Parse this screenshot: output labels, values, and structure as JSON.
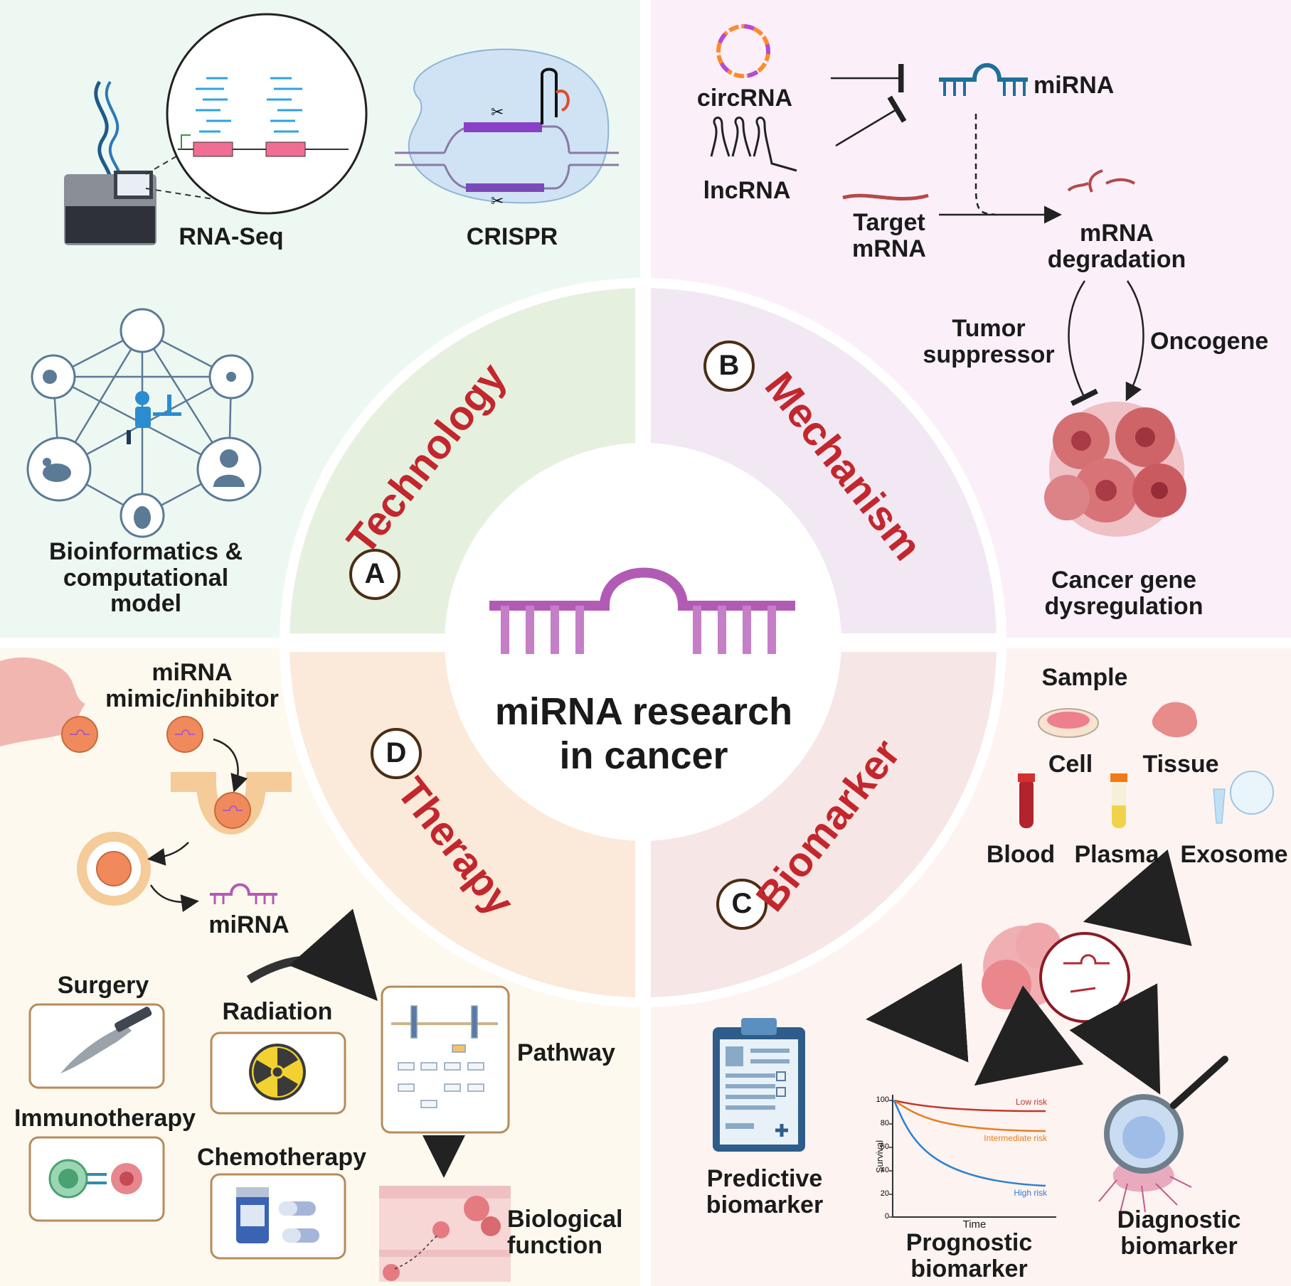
{
  "center": {
    "title_line1": "miRNA research",
    "title_line2": "in cancer"
  },
  "sections": {
    "a": {
      "letter": "A",
      "title": "Technology"
    },
    "b": {
      "letter": "B",
      "title": "Mechanism"
    },
    "c": {
      "letter": "C",
      "title": "Biomarker"
    },
    "d": {
      "letter": "D",
      "title": "Therapy"
    }
  },
  "technology": {
    "rnaseq": "RNA-Seq",
    "crispr": "CRISPR",
    "bioinfo_line1": "Bioinformatics &",
    "bioinfo_line2": "computational",
    "bioinfo_line3": "model"
  },
  "mechanism": {
    "circrna": "circRNA",
    "lncrna": "lncRNA",
    "mirna": "miRNA",
    "target_line1": "Target",
    "target_line2": "mRNA",
    "degradation_line1": "mRNA",
    "degradation_line2": "degradation",
    "tumor_line1": "Tumor",
    "tumor_line2": "suppressor",
    "oncogene": "Oncogene",
    "dysreg_line1": "Cancer gene",
    "dysreg_line2": "dysregulation"
  },
  "biomarker": {
    "sample": "Sample",
    "cell": "Cell",
    "tissue": "Tissue",
    "blood": "Blood",
    "plasma": "Plasma",
    "exosome": "Exosome",
    "predictive_line1": "Predictive",
    "predictive_line2": "biomarker",
    "prognostic_line1": "Prognostic",
    "prognostic_line2": "biomarker",
    "diagnostic_line1": "Diagnostic",
    "diagnostic_line2": "biomarker",
    "survival_plot": {
      "ylabel": "Survival",
      "xlabel": "Time",
      "yticks": [
        "100",
        "80",
        "60",
        "40",
        "20",
        "0"
      ],
      "curves": [
        "Low risk",
        "Intermediate risk",
        "High risk"
      ],
      "colors": [
        "#c0392b",
        "#e67e22",
        "#2f80d1"
      ]
    }
  },
  "therapy": {
    "mimic_line1": "miRNA",
    "mimic_line2": "mimic/inhibitor",
    "mirna": "miRNA",
    "surgery": "Surgery",
    "radiation": "Radiation",
    "immunotherapy": "Immunotherapy",
    "chemotherapy": "Chemotherapy",
    "pathway": "Pathway",
    "bio_line1": "Biological",
    "bio_line2": "function"
  },
  "colors": {
    "tech_bg": "#eef8f2",
    "mech_bg": "#fbf0fa",
    "bio_bg": "#fdf3f1",
    "ther_bg": "#fdf9ee",
    "title_red": "#c2272d",
    "mirna_purple": "#b25bb5"
  }
}
